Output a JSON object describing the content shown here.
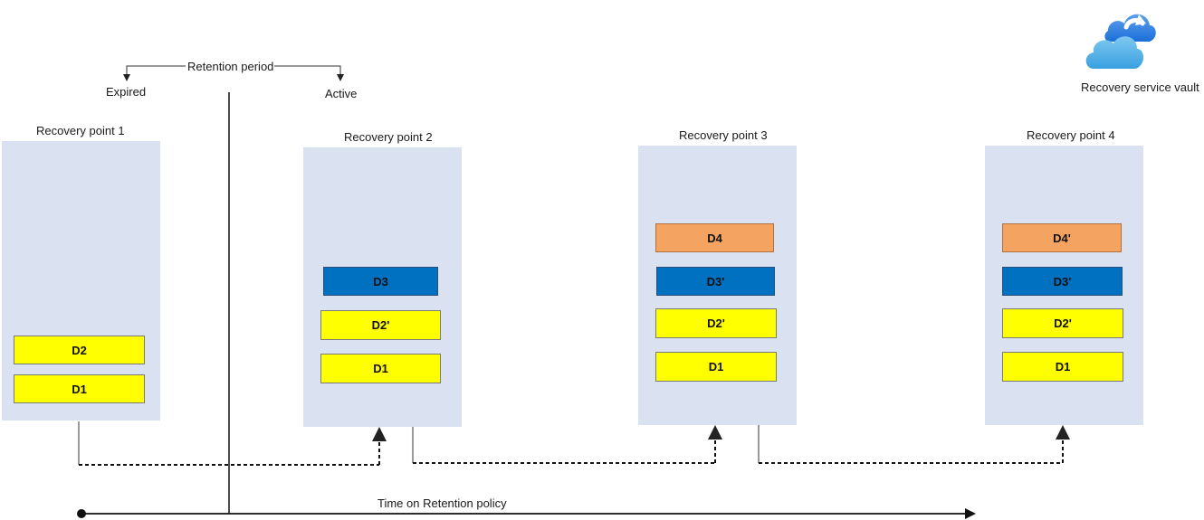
{
  "retention": {
    "period_label": "Retention period",
    "expired_label": "Expired",
    "active_label": "Active"
  },
  "timeline": {
    "label": "Time on Retention policy"
  },
  "vault": {
    "label": "Recovery service vault",
    "icon": "cloud-sync-icon"
  },
  "recovery_points": [
    {
      "title": "Recovery point 1",
      "disks": [
        "D2",
        "D1"
      ]
    },
    {
      "title": "Recovery point 2",
      "disks": [
        "D3",
        "D2'",
        "D1"
      ]
    },
    {
      "title": "Recovery point 3",
      "disks": [
        "D4",
        "D3'",
        "D2'",
        "D1"
      ]
    },
    {
      "title": "Recovery point 4",
      "disks": [
        "D4'",
        "D3'",
        "D2'",
        "D1"
      ]
    }
  ],
  "colors": {
    "panel": "#dae1f1",
    "yellow_disk": "#ffff00",
    "blue_disk": "#0070c0",
    "orange_disk": "#f4a460"
  }
}
